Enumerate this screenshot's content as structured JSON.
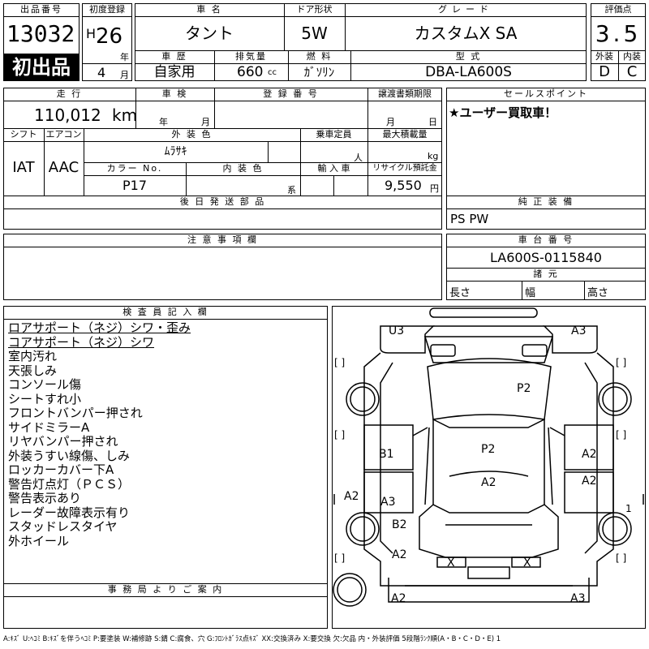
{
  "header": {
    "lot_label": "出品番号",
    "lot_number": "13032",
    "first_listing": "初出品",
    "reg_label": "初度登録",
    "era": "H",
    "reg_year": "26",
    "year_unit": "年",
    "reg_month": "4",
    "month_unit": "月",
    "name_label": "車 名",
    "car_name": "タント",
    "door_label": "ドア形状",
    "door_type": "5W",
    "grade_label": "グレード",
    "grade": "カスタムX SA",
    "score_label": "評価点",
    "score": "3.5",
    "history_label": "車 歴",
    "history": "自家用",
    "displacement_label": "排気量",
    "displacement": "660",
    "cc": "cc",
    "fuel_label": "燃 料",
    "fuel": "ｶﾞｿﾘﾝ",
    "model_label": "型 式",
    "model_code": "DBA-LA600S",
    "ext_label": "外装",
    "int_label": "内装",
    "ext_grade": "D",
    "int_grade": "C"
  },
  "row2": {
    "mileage_label": "走 行",
    "mileage": "110,012",
    "km": "km",
    "inspection_label": "車 検",
    "insp_year_unit": "年",
    "insp_month_unit": "月",
    "plate_label": "登 録 番 号",
    "transfer_label": "譲渡書類期限",
    "transfer_month_unit": "月",
    "transfer_day_unit": "日",
    "shift_label": "シフト",
    "ac_label": "エアコン",
    "shift": "IAT",
    "ac": "AAC",
    "color_label": "外 装 色",
    "color": "ﾑﾗｻｷ",
    "capacity_label": "乗車定員",
    "capacity_unit": "人",
    "load_label": "最大積載量",
    "load_unit": "kg",
    "colorno_label": "カラー No.",
    "colorno": "P17",
    "interior_label": "内 装 色",
    "interior_unit": "系",
    "import_label": "輸 入 車",
    "recycle_label": "リサイクル預託金",
    "recycle": "9,550",
    "recycle_unit": "円",
    "later_label": "後 日 発 送 部 品",
    "sales_label": "セールスポイント",
    "sales_point": "★ユーザー買取車！",
    "equip_label": "純 正 装 備",
    "equipment": "PS PW"
  },
  "caution_label": "注 意 事 項 欄",
  "chassis": {
    "label": "車 台 番 号",
    "number": "LA600S-0115840",
    "dims_label": "諸 元",
    "length": "長さ",
    "width": "幅",
    "height": "高さ"
  },
  "inspector": {
    "label": "検 査 員 記 入 欄",
    "notes": [
      "ロアサポート（ネジ）シワ・歪み",
      "コアサポート（ネジ）シワ",
      "室内汚れ",
      "天張しみ",
      "コンソール傷",
      "シートすれ小",
      "フロントバンパー押され",
      "サイドミラーA",
      "リヤバンパー押され",
      "外装うすい線傷、しみ",
      "ロッカーカバー下A",
      "警告灯点灯（ＰＣＳ）",
      "警告表示あり",
      "レーダー故障表示有り",
      "スタッドレスタイヤ",
      "外ホイール"
    ]
  },
  "office_label": "事 務 局 よ り ご 案 内",
  "diagram": {
    "u3": "U3",
    "a3_top": "A3",
    "p2_top": "P2",
    "b1": "B1",
    "p2_mid": "P2",
    "a2_rtop": "A2",
    "a2_mid": "A2",
    "a2_rmid": "A2",
    "a2_left": "A2",
    "a3_left": "A3",
    "b2": "B2",
    "a2_lbot": "A2",
    "x1": "X",
    "x2": "X",
    "a2_bl": "A2",
    "a3_br": "A3",
    "one": "1",
    "bracket": "[   ]"
  },
  "legend": "A:ｷｽﾞ U:ﾍｺﾐ B:ｷｽﾞを伴うﾍｺﾐ P:要塗装 W:補修跡 S:錆 C:腐食、穴 G:ﾌﾛﾝﾄｶﾞﾗｽ点ｷｽﾞ XX:交換済み X:要交換 欠:欠品 内・外装評価 5段階ﾗﾝｸ順(A・B・C・D・E) 1"
}
